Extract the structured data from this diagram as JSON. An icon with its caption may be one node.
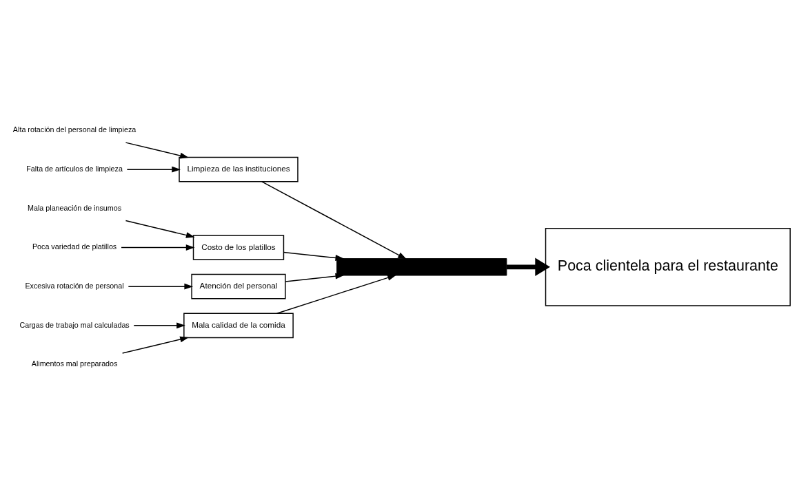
{
  "diagram": {
    "nodes": [
      {
        "text": [
          "Mala calidad de la comida"
        ]
      },
      {
        "text": [
          "Limpieza de las instituciones"
        ]
      },
      {
        "text": [
          "Cargas de trabajo mal calculadas"
        ]
      },
      {
        "text": [
          "Alimentos mal preparados"
        ]
      },
      {
        "text": [
          "Alta rotación del personal de limpieza"
        ]
      },
      {
        "text": [
          "Falta de artículos de limpieza"
        ]
      },
      {
        "text": [],
        "shape": "bar"
      },
      {
        "text": [
          "Poca clientela para el restaurante"
        ]
      },
      {
        "text": [
          "Mala planeación de insumos"
        ]
      },
      {
        "text": [
          "Poca variedad de platillos"
        ]
      },
      {
        "text": [
          "Excesiva rotación de personal"
        ]
      },
      {
        "text": [
          "Costo de los platillos"
        ]
      },
      {
        "text": [
          "Atención del personal"
        ]
      }
    ],
    "edges": [
      {
        "from": 0,
        "to": 6,
        "arrow": "to"
      },
      {
        "from": 1,
        "to": 6,
        "arrow": "to"
      },
      {
        "from": 11,
        "to": 6,
        "arrow": "to"
      },
      {
        "from": 12,
        "to": 6,
        "arrow": "to"
      },
      {
        "from": 6,
        "to": 7,
        "arrow": "to",
        "style": "thick"
      },
      {
        "from": 2,
        "to": 0,
        "arrow": "to"
      },
      {
        "from": 3,
        "to": 0,
        "arrow": "to"
      },
      {
        "from": 4,
        "to": 1,
        "arrow": "to"
      },
      {
        "from": 5,
        "to": 1,
        "arrow": "to"
      },
      {
        "from": 8,
        "to": 11,
        "arrow": "to"
      },
      {
        "from": 9,
        "to": 11,
        "arrow": "to"
      },
      {
        "from": 10,
        "to": 12,
        "arrow": "to"
      }
    ]
  }
}
